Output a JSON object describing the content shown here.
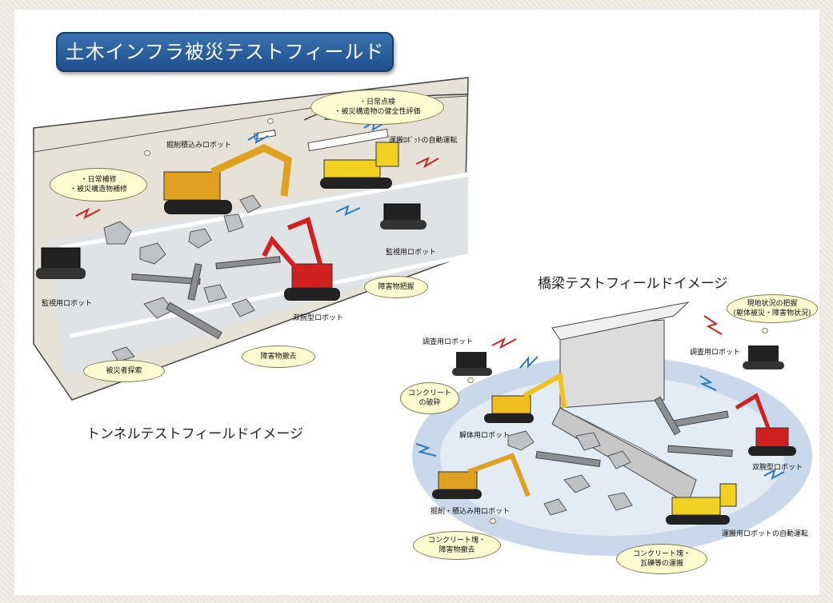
{
  "title": "土木インフラ被災テストフィールド",
  "tunnel": {
    "caption": "トンネルテストフィールドイメージ",
    "labels": {
      "excavate": "掘削積込みロボット",
      "transport": "運搬ﾛﾎﾞｯﾄの自動運転",
      "monitor_left": "監視用ロボット",
      "monitor_right": "監視用ロボット",
      "dual_arm": "双腕型ロボット"
    },
    "clouds": {
      "inspection": [
        "・日常点検",
        "・被災構造物の健全性評価"
      ],
      "repair": [
        "・日常補修",
        "・被災構造物補修"
      ],
      "grasp": "障害物把握",
      "remove": "障害物撤去",
      "search": "被災者探索"
    }
  },
  "bridge": {
    "caption": "橋梁テストフィールドイメージ",
    "labels": {
      "survey_left": "調査用ロボット",
      "survey_right": "調査用ロボット",
      "demolish": "解体用ロボット",
      "excavate": "掘削・積込み用ロボット",
      "dual_arm": "双腕型ロボット",
      "transport": "運搬用ロボットの自動運転"
    },
    "clouds": {
      "status": [
        "現地状況の把握",
        "(躯体被災・障害物状況)"
      ],
      "crush": [
        "コンクリート",
        "の破砕"
      ],
      "debris": [
        "コンクリート塊・",
        "障害物撤去"
      ],
      "carry": [
        "コンクリート塊・",
        "瓦礫等の運搬"
      ]
    }
  }
}
